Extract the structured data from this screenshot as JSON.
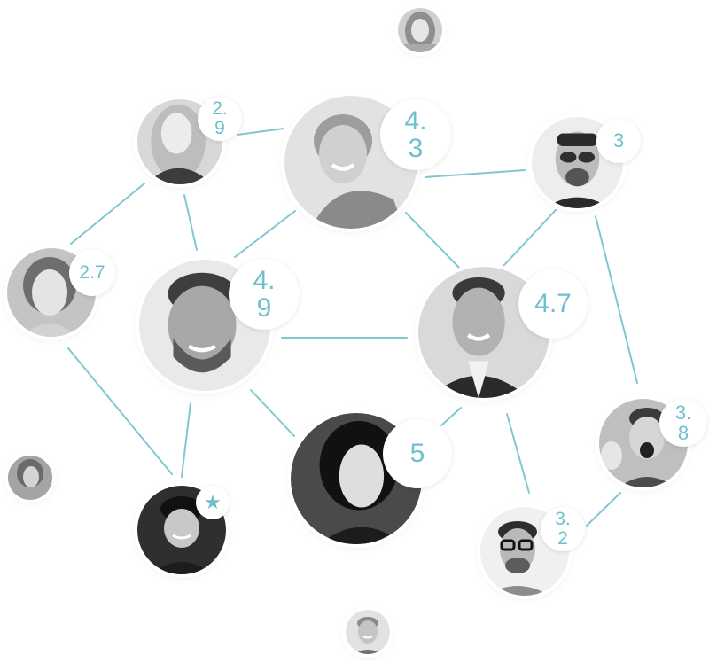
{
  "network": {
    "accent_color": "#6fc0cc",
    "people": [
      {
        "id": "p-top-small",
        "rating": ""
      },
      {
        "id": "p-blonde-woman",
        "rating": "2.9"
      },
      {
        "id": "p-smiling-man-top",
        "rating": "4.3"
      },
      {
        "id": "p-sunglasses-man",
        "rating": "3"
      },
      {
        "id": "p-woman-left",
        "rating": "2.7"
      },
      {
        "id": "p-freckled-man",
        "rating": "4.9"
      },
      {
        "id": "p-suited-man",
        "rating": "4.7"
      },
      {
        "id": "p-dark-haired-woman",
        "rating": "5"
      },
      {
        "id": "p-excited-man",
        "rating": "3.8"
      },
      {
        "id": "p-small-left",
        "rating": ""
      },
      {
        "id": "p-cap-man",
        "rating": "",
        "badge_icon": "star-icon"
      },
      {
        "id": "p-glasses-man",
        "rating": "3.2"
      },
      {
        "id": "p-bottom-small",
        "rating": ""
      }
    ]
  }
}
